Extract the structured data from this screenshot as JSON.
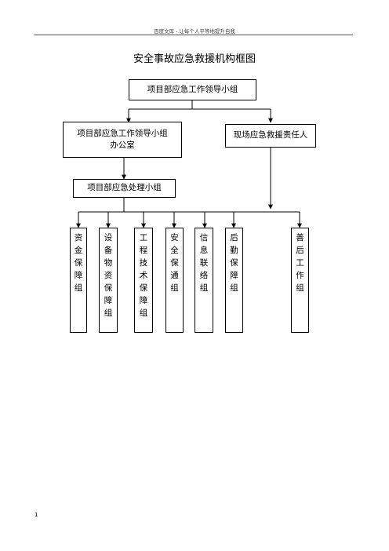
{
  "header": {
    "text": "百度文库 - 让每个人平等地提升自我"
  },
  "title": "安全事故应急救援机构框图",
  "boxes": {
    "leader": "项目部应急工作领导小组",
    "office_line1": "项目部应急工作领导小组",
    "office_line2": "办公室",
    "onsite": "现场应急救援责任人",
    "handling": "项目部应急处理小组"
  },
  "groups": [
    {
      "chars": [
        "资",
        "金",
        "保",
        "障",
        "组"
      ]
    },
    {
      "chars": [
        "设",
        "备",
        "物",
        "资",
        "保",
        "障",
        "组"
      ]
    },
    {
      "chars": [
        "工",
        "程",
        "技",
        "术",
        "保",
        "障",
        "组"
      ]
    },
    {
      "chars": [
        "安",
        "全",
        "保",
        "通",
        "组"
      ]
    },
    {
      "chars": [
        "信",
        "息",
        "联",
        "络",
        "组"
      ]
    },
    {
      "chars": [
        "后",
        "勤",
        "保",
        "障",
        "组"
      ]
    },
    {
      "chars": [
        "善",
        "后",
        "工",
        "作",
        "组"
      ]
    }
  ],
  "page_number": "1"
}
